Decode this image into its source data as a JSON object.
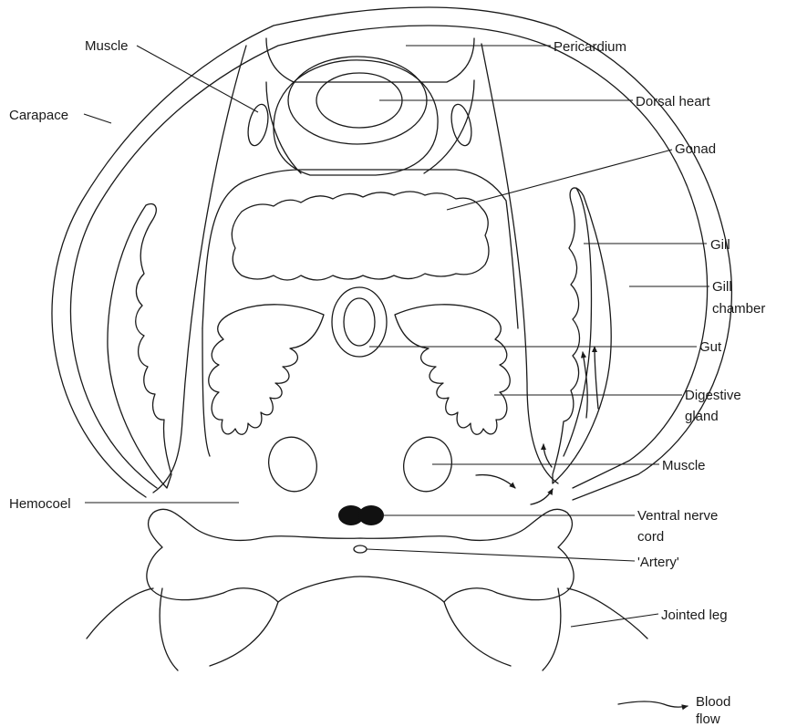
{
  "labels": {
    "muscle_top": "Muscle",
    "carapace": "Carapace",
    "pericardium": "Pericardium",
    "dorsal_heart": "Dorsal heart",
    "gonad": "Gonad",
    "gill": "Gill",
    "gill_chamber_1": "Gill",
    "gill_chamber_2": "chamber",
    "gut": "Gut",
    "digestive_gland_1": "Digestive",
    "digestive_gland_2": "gland",
    "muscle_bottom": "Muscle",
    "hemocoel": "Hemocoel",
    "ventral_nerve_cord_1": "Ventral nerve",
    "ventral_nerve_cord_2": "cord",
    "artery": "'Artery'",
    "jointed_leg": "Jointed leg"
  },
  "legend": {
    "blood_flow_1": "Blood",
    "blood_flow_2": "flow"
  }
}
